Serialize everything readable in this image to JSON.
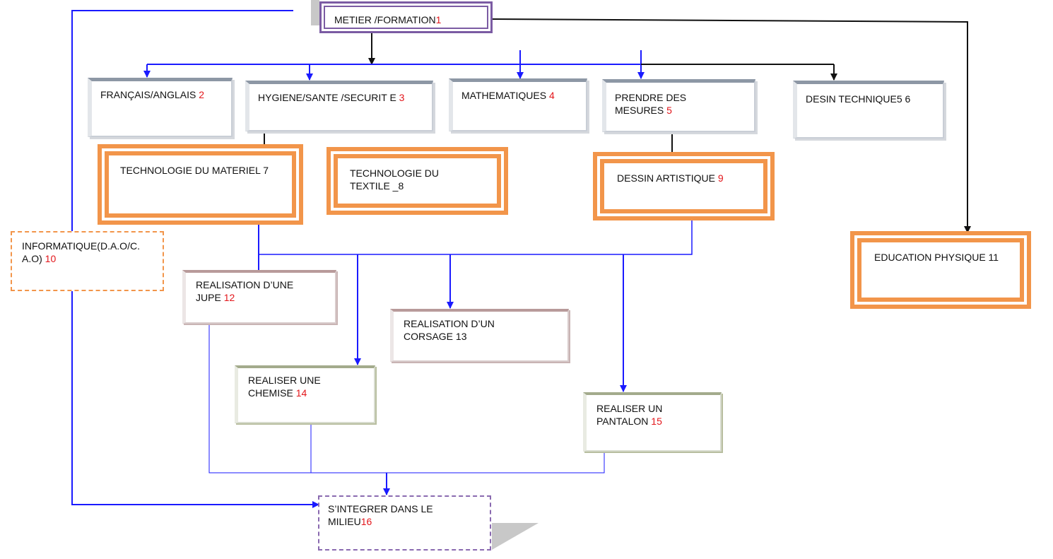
{
  "colors": {
    "blue_arrow": "#1a1aff",
    "black_arrow": "#111111",
    "orange_frame": "#f2954a",
    "purple_frame": "#7b5ba3",
    "number_red": "#e3161b"
  },
  "nodes": {
    "n1": {
      "label": "METIER /FORMATION",
      "num": "1"
    },
    "n2": {
      "label": "FRANÇAIS/ANGLAIS ",
      "num": "2"
    },
    "n3": {
      "label": "HYGIENE/SANTE /SECURIT    E ",
      "num": "3"
    },
    "n4": {
      "label": "MATHEMATIQUES  ",
      "num": "4"
    },
    "n5": {
      "label": "PRENDRE DES MESURES ",
      "num": "5"
    },
    "n6": {
      "label": "DESIN TECHNIQUE5 ",
      "num": "6"
    },
    "n7": {
      "label": "TECHNOLOGIE  DU  MATERIEL ",
      "num": "7"
    },
    "n8": {
      "label": "TECHNOLOGIE DU TEXTILE _",
      "num": "8"
    },
    "n9": {
      "label": "DESSIN  ARTISTIQUE ",
      "num": "9"
    },
    "n10": {
      "label": "INFORMATIQUE(D.A.O/C. A.O) ",
      "num": "10"
    },
    "n11": {
      "label": "EDUCATION PHYSIQUE ",
      "num": "11"
    },
    "n12": {
      "label": "REALISATION D’UNE JUPE ",
      "num": "12"
    },
    "n13": {
      "label": "REALISATION D’UN CORSAGE ",
      "num": "13"
    },
    "n14": {
      "label": "REALISER UNE CHEMISE  ",
      "num": "14"
    },
    "n15": {
      "label": "REALISER UN PANTALON ",
      "num": "15"
    },
    "n16": {
      "label": "S’INTEGRER DANS LE MILIEU",
      "num": "16"
    }
  }
}
